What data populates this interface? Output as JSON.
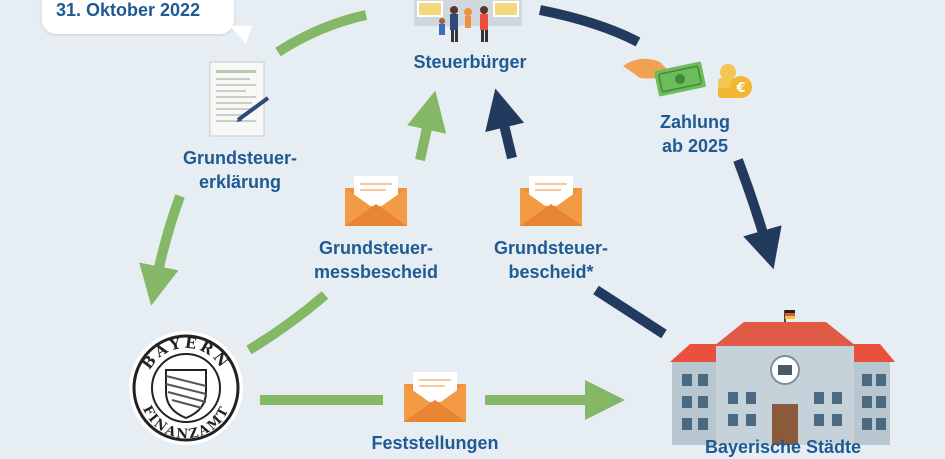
{
  "deadline": {
    "date": "31. Oktober 2022"
  },
  "nodes": {
    "steuerbuerger": {
      "label": "Steuerbürger"
    },
    "erklaerung": {
      "line1": "Grundsteuer-",
      "line2": "erklärung"
    },
    "zahlung": {
      "line1": "Zahlung",
      "line2": "ab 2025"
    },
    "messbescheid": {
      "line1": "Grundsteuer-",
      "line2": "messbescheid"
    },
    "bescheid": {
      "line1": "Grundsteuer-",
      "line2": "bescheid*"
    },
    "feststellungen": {
      "label": "Feststellungen"
    },
    "staedte": {
      "label": "Bayerische Städte"
    },
    "finanzamt": {
      "top": "BAYERN",
      "bottom": "FINANZAMT"
    }
  },
  "colors": {
    "green": "#84b866",
    "navy": "#213a5e",
    "text": "#1f5a92",
    "envelope": "#f0913c",
    "roof": "#e9503e",
    "building": "#b8c6cf"
  }
}
